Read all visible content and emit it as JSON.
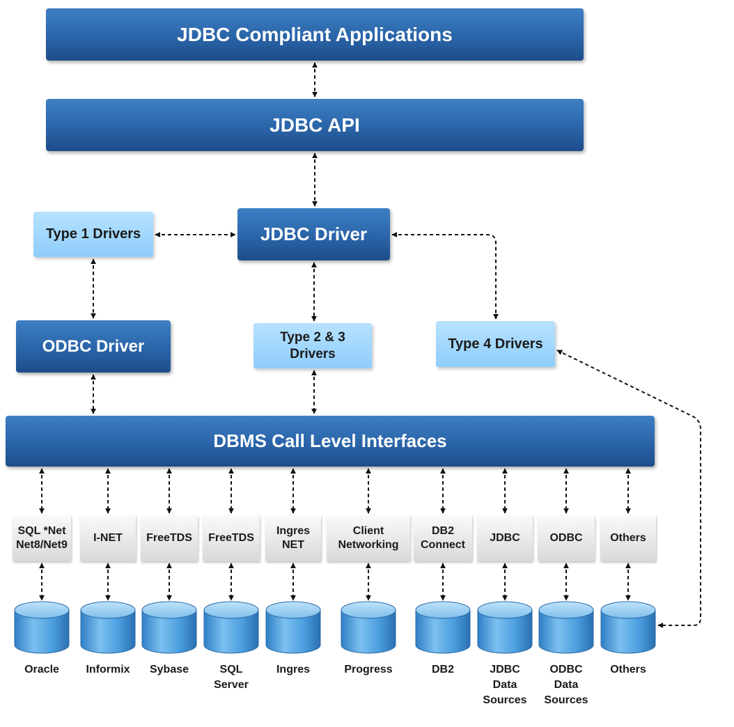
{
  "layers": {
    "apps": "JDBC Compliant Applications",
    "api": "JDBC API",
    "driver": "JDBC Driver",
    "type1": "Type 1 Drivers",
    "odbc_driver": "ODBC Driver",
    "type23": "Type 2 & 3\nDrivers",
    "type4": "Type 4 Drivers",
    "dbms_cli": "DBMS Call Level Interfaces"
  },
  "connectors": [
    "SQL *Net\nNet8/Net9",
    "I-NET",
    "FreeTDS",
    "FreeTDS",
    "Ingres\nNET",
    "Client\nNetworking",
    "DB2\nConnect",
    "JDBC",
    "ODBC",
    "Others"
  ],
  "databases": [
    "Oracle",
    "Informix",
    "Sybase",
    "SQL\nServer",
    "Ingres",
    "Progress",
    "DB2",
    "JDBC\nData\nSources",
    "ODBC\nData\nSources",
    "Others"
  ],
  "colors": {
    "dark_box": "#2a64a8",
    "light_box": "#8fcdfb",
    "connector_box": "#d9d9d9",
    "cylinder": "#4a9ede",
    "arrow": "#111111"
  }
}
